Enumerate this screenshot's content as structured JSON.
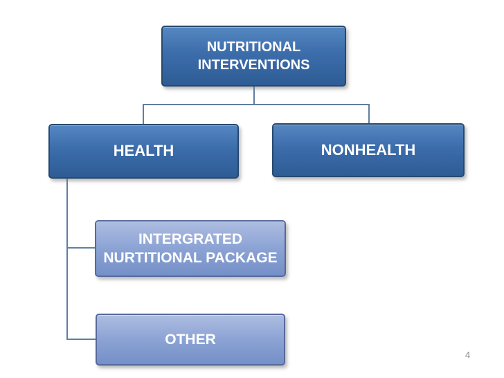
{
  "page": {
    "slide_number": "4"
  },
  "diagram": {
    "root": {
      "label": "NUTRITIONAL INTERVENTIONS"
    },
    "level1": [
      {
        "label": "HEALTH"
      },
      {
        "label": "NONHEALTH"
      }
    ],
    "level2": [
      {
        "label": "INTERGRATED NURTITIONAL PACKAGE"
      },
      {
        "label": "OTHER"
      }
    ]
  },
  "colors": {
    "box-dark-top": "#5587c2",
    "box-dark-mid": "#3c6dab",
    "box-dark-bottom": "#2e5c94",
    "box-dark-border": "#27496e",
    "box-light-top": "#aebde1",
    "box-light-mid": "#8ba3d4",
    "box-light-bottom": "#7590c8",
    "box-light-border": "#55699c",
    "connector": "#5f7ea0",
    "text": "#ffffff",
    "slide-number": "#8f8f8f",
    "background": "#ffffff"
  }
}
